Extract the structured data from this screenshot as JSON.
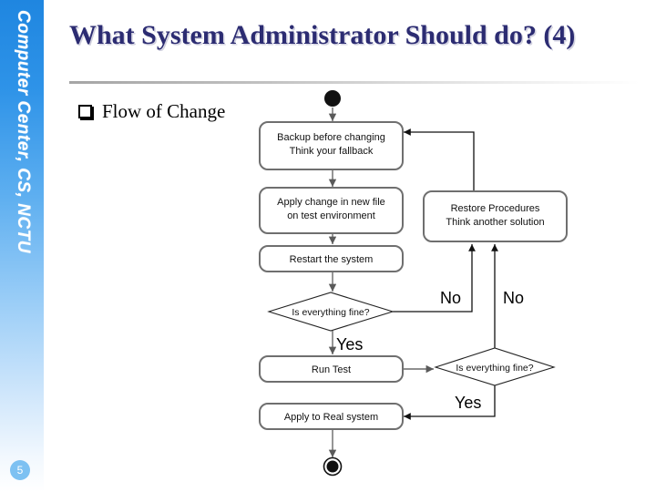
{
  "slide": {
    "title": "What System Administrator Should do? (4)",
    "bullet_marker": "hollow-square-bullet",
    "bullet_text": "Flow of Change",
    "page_number": "5",
    "sidebar_label": "Computer Center, CS, NCTU",
    "colors": {
      "title": "#2c2c72",
      "sidebar_top": "#1f86e0",
      "sidebar_bottom": "#ffffff",
      "page_badge": "#7dc1f2",
      "node_border": "#6f6f6f",
      "node_fill": "#ffffff",
      "connector": "#6a6a6a"
    }
  },
  "flowchart": {
    "type": "uml-activity-diagram",
    "start_node": "filled-circle",
    "end_node": "filled-circle-with-ring",
    "nodes": [
      {
        "id": "backup",
        "shape": "rounded-rect",
        "lines": [
          "Backup before changing",
          "Think your fallback"
        ]
      },
      {
        "id": "apply_test",
        "shape": "rounded-rect",
        "lines": [
          "Apply change in new file",
          "on test environment"
        ]
      },
      {
        "id": "restart",
        "shape": "rounded-rect",
        "lines": [
          "Restart the system"
        ]
      },
      {
        "id": "decision1",
        "shape": "diamond",
        "lines": [
          "Is everything fine?"
        ]
      },
      {
        "id": "run_test",
        "shape": "rounded-rect",
        "lines": [
          "Run Test"
        ]
      },
      {
        "id": "decision2",
        "shape": "diamond",
        "lines": [
          "Is everything fine?"
        ]
      },
      {
        "id": "apply_real",
        "shape": "rounded-rect",
        "lines": [
          "Apply to Real system"
        ]
      },
      {
        "id": "restore",
        "shape": "rounded-rect",
        "lines": [
          "Restore Procedures",
          "Think another solution"
        ]
      }
    ],
    "edge_labels": [
      {
        "id": "no1",
        "text": "No"
      },
      {
        "id": "no2",
        "text": "No"
      },
      {
        "id": "yes1",
        "text": "Yes"
      },
      {
        "id": "yes2",
        "text": "Yes"
      }
    ]
  }
}
